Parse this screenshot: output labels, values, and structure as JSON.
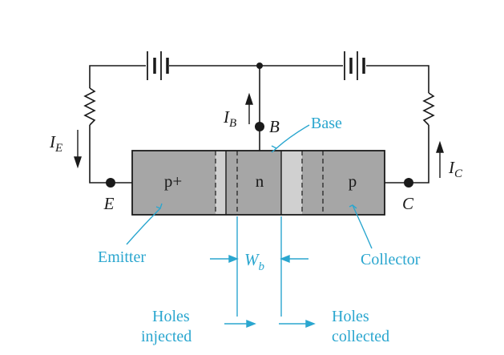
{
  "colors": {
    "wire": "#1a1a1a",
    "annotation": "#2aa6cf",
    "region_gray": "#a6a6a6",
    "junction_light": "#d0d0d0",
    "background": "#ffffff"
  },
  "regions": {
    "emitter": "p+",
    "base": "n",
    "collector": "p"
  },
  "terminals": {
    "emitter": "E",
    "base": "B",
    "collector": "C"
  },
  "currents": {
    "emitter": {
      "symbol": "I",
      "subscript": "E"
    },
    "base": {
      "symbol": "I",
      "subscript": "B"
    },
    "collector": {
      "symbol": "I",
      "subscript": "C"
    }
  },
  "annotations": {
    "base": "Base",
    "emitter": "Emitter",
    "collector": "Collector",
    "width": {
      "symbol": "W",
      "subscript": "b"
    },
    "holes_injected": [
      "Holes",
      "injected"
    ],
    "holes_collected": [
      "Holes",
      "collected"
    ]
  },
  "icons": [
    "battery-icon",
    "resistor-icon",
    "terminal-node-icon",
    "arrow-icon"
  ]
}
